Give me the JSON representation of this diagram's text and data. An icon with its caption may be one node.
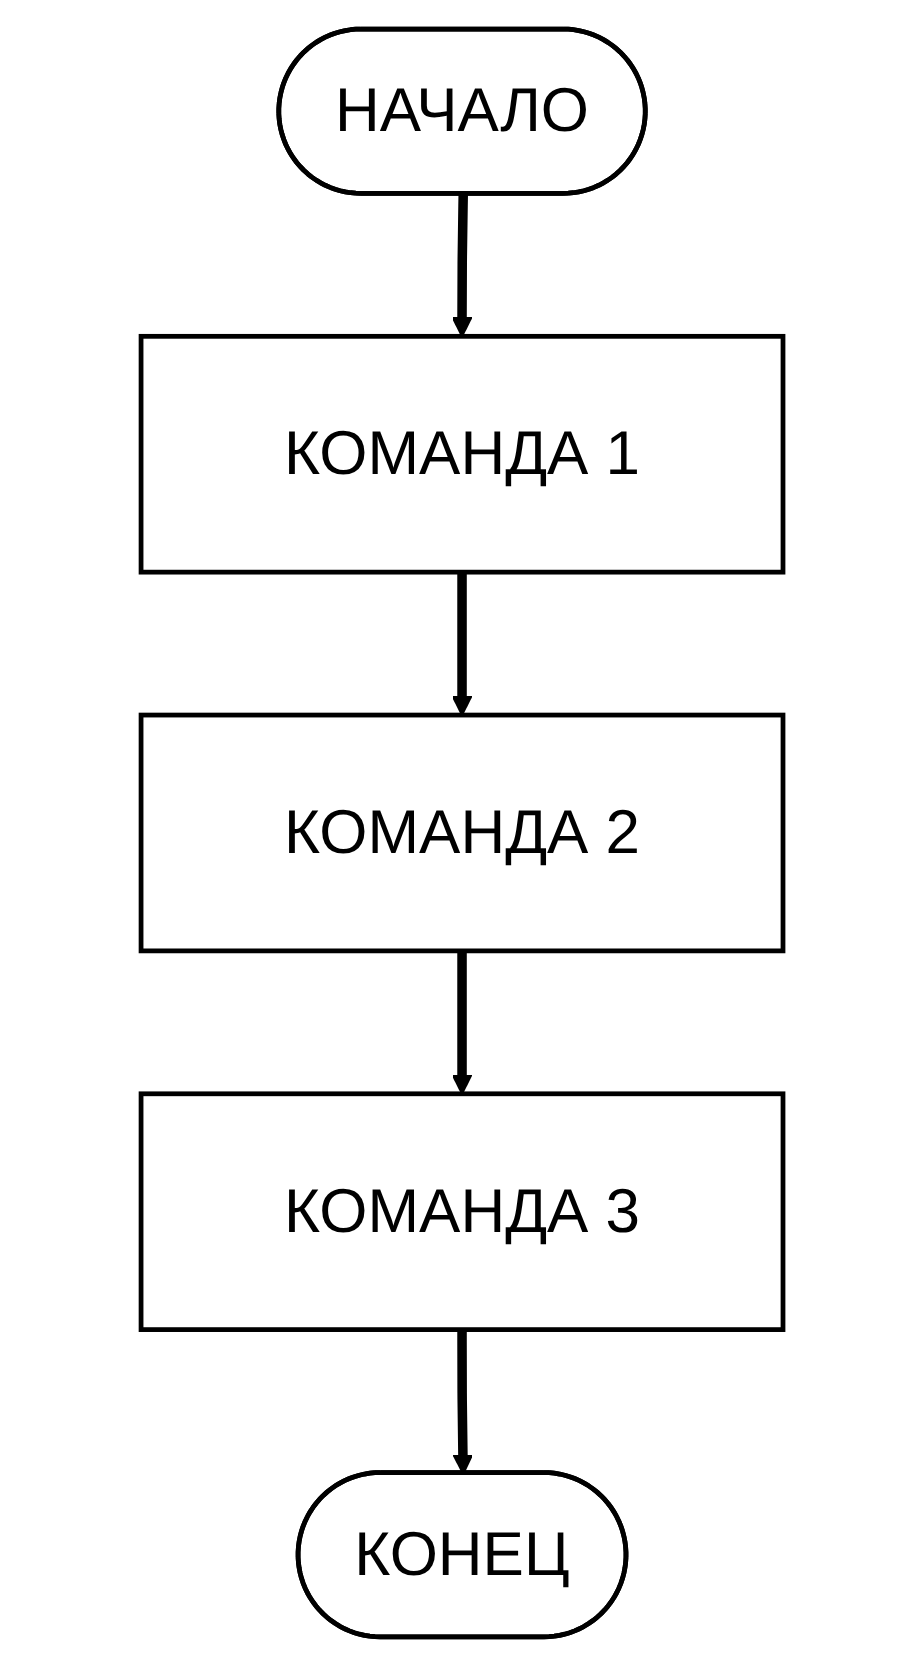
{
  "diagram": {
    "nodes": [
      {
        "text": [
          "НАЧАЛО"
        ]
      },
      {
        "text": [
          "КОМАНДА 1"
        ]
      },
      {
        "text": [
          "КОМАНДА 2"
        ]
      },
      {
        "text": [
          "КОМАНДА 3"
        ]
      },
      {
        "text": [
          "КОНЕЦ"
        ]
      }
    ],
    "edges": [
      {
        "from": 0,
        "to": 1,
        "arrow": "to"
      },
      {
        "from": 1,
        "to": 2,
        "arrow": "to"
      },
      {
        "from": 2,
        "to": 3,
        "arrow": "to"
      },
      {
        "from": 3,
        "to": 4,
        "arrow": "to"
      }
    ]
  }
}
